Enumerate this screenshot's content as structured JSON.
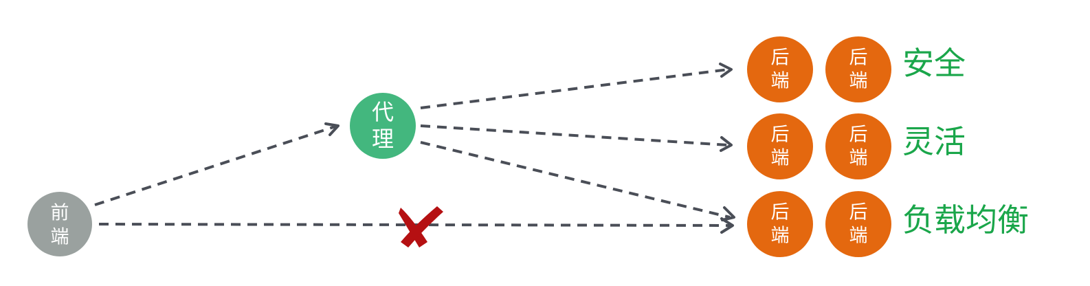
{
  "nodes": {
    "frontend": {
      "line1": "前",
      "line2": "端",
      "color": "#9aa19f"
    },
    "proxy": {
      "line1": "代",
      "line2": "理",
      "color": "#43b77e"
    },
    "backend": {
      "line1": "后",
      "line2": "端",
      "color": "#e4680f"
    }
  },
  "features": {
    "security": "安全",
    "flexibility": "灵活",
    "load_balancing": "负载均衡"
  },
  "blocked_mark_color": "#b51012",
  "feature_color": "#1aa64a"
}
